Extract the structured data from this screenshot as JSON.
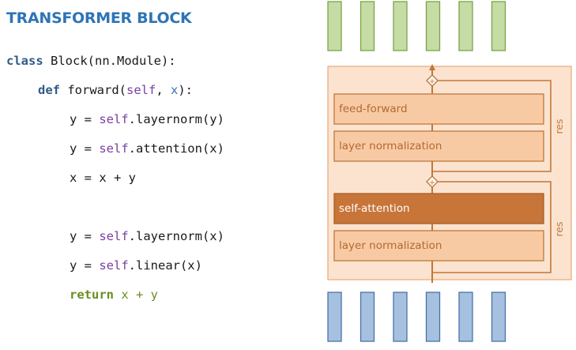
{
  "title": "TRANSFORMER BLOCK",
  "code": {
    "line1": {
      "kw": "class",
      "rest": " Block(nn.Module):"
    },
    "line2": {
      "kw": "def",
      "name": " forward(",
      "self": "self",
      "sep": ", ",
      "x": "x",
      "end": "):"
    },
    "line3": {
      "lhs": "y = ",
      "self": "self",
      "call": ".layernorm(y)"
    },
    "line4": {
      "lhs": "y = ",
      "self": "self",
      "call": ".attention(x)"
    },
    "line5": {
      "text": "x = x + y"
    },
    "line6": {
      "lhs": "y = ",
      "self": "self",
      "call": ".layernorm(x)"
    },
    "line7": {
      "lhs": "y = ",
      "self": "self",
      "call": ".linear(x)"
    },
    "line8": {
      "kw": "return",
      "rest": " x + y"
    }
  },
  "diagram": {
    "boxes": {
      "feed_forward": "feed-forward",
      "layer_norm_top": "layer normalization",
      "self_attention": "self-attention",
      "layer_norm_bottom": "layer normalization"
    },
    "res_top": "res",
    "res_bottom": "res",
    "plus_symbol": "+",
    "colors": {
      "output_vectors": "#c5dca4",
      "output_vectors_border": "#7aa34a",
      "input_vectors": "#a6c0e0",
      "input_vectors_border": "#4a72a8",
      "block_bg": "#fbe3cf",
      "block_border": "#e8a878",
      "light_box": "#f8caa4",
      "light_box_border": "#c0783a",
      "dark_box": "#c8753a",
      "arrow": "#c0783a"
    },
    "vector_count": 6
  }
}
